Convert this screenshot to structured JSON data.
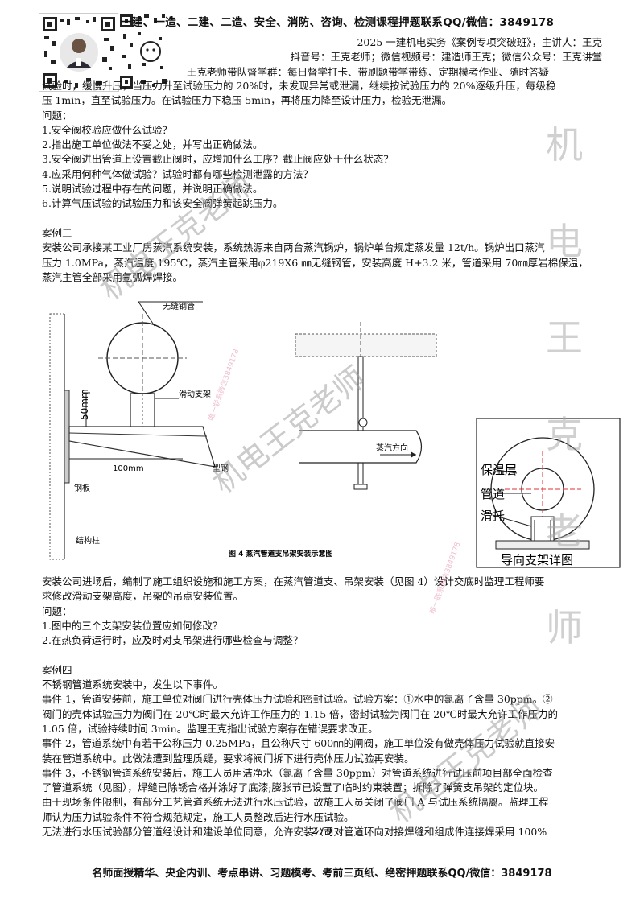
{
  "top_banner": "一建、一造、二建、二造、安全、消防、咨询、检测课程押题联系QQ/微信：3849178",
  "header": {
    "line1": "2025 一建机电实务《案例专项突破班》，主讲人：王克",
    "line2": "抖音号：王克老师；微信视频号：建造师王克；微信公众号：王克讲堂",
    "line3": "王克老师带队督学群：每日督学打卡、带刷题带学带练、定期模考作业、随时答疑"
  },
  "paragraphs_top": [
    "试验时，缓慢升压，当压力升至试验压力的 20%时，未发现异常或泄漏，继续按试验压力的 20%逐级升压，每级稳",
    "压 1min，直至试验压力。在试验压力下稳压 5min，再将压力降至设计压力，检验无泄漏。",
    "问题：",
    "1.安全阀校验应做什么试验？",
    "2.指出施工单位做法不妥之处，并写出正确做法。",
    "3.安全阀进出管道上设置截止阀时，应增加什么工序？截止阀应处于什么状态？",
    "4.应采用何种气体做试验？试验时都有哪些检测泄露的方法？",
    "5.说明试验过程中存在的问题，并说明正确做法。",
    "6.计算气压试验的试验压力和该安全阀弹簧起跳压力。",
    "",
    "案例三",
    "安装公司承接某工业厂房蒸汽系统安装，系统热源来自两台蒸汽锅炉，锅炉单台规定蒸发量 12t/h。锅炉出口蒸汽",
    "压力 1.0MPa，蒸汽温度 195℃，蒸汽主管采用φ219X6 ㎜无缝钢管，安装高度 H+3.2 米，管道采用 70㎜厚岩棉保温，",
    "蒸汽主管全部采用氩弧焊焊接。"
  ],
  "figure": {
    "labels": {
      "seamless_pipe": "无缝钢管",
      "sliding_support": "滑动支架",
      "dim_50": "50mm",
      "dim_100": "100mm",
      "section_steel": "型钢",
      "steel_plate": "钢板",
      "structural_column": "结构柱",
      "steam_direction": "蒸汽方向",
      "caption": "图 4 蒸汽管道支吊架安装示意图"
    },
    "detail": {
      "insulation": "保温层",
      "pipe": "管道",
      "slide_shoe": "滑托",
      "title": "导向支架详图"
    }
  },
  "paragraphs_mid": [
    "安装公司进场后，编制了施工组织设施和施工方案，在蒸汽管道支、吊架安装（见图 4）设计交底时监理工程师要",
    "求修改滑动支架高度，吊架的吊点安装位置。",
    "问题：",
    "1.图中的三个支架安装位置应如何修改？",
    "2.在热负荷运行时，应及时对支吊架进行哪些检查与调整？",
    "",
    "案例四",
    "不锈钢管道系统安装中，发生以下事件。",
    "事件 1，管道安装前，施工单位对阀门进行壳体压力试验和密封试验。试验方案：①水中的氯离子含量 30ppm。②",
    "阀门的壳体试验压力为阀门在 20℃时最大允许工作压力的 1.15 倍，密封试验为阀门在 20℃时最大允许工作压力的",
    "1.05 倍，试验持续时间 3min。监理王克指出试验方案存在错误要求改正。",
    "事件 2，管道系统中有若干公称压力 0.25MPa，且公称尺寸 600㎜的闸阀，施工单位没有做壳体压力试验就直接安",
    "装在管道系统中。此做法遭到监理质疑，要求将阀门拆下进行壳体压力试验再安装。",
    "事件 3，不锈钢管道系统安装后，施工人员用洁净水（氯离子含量 30ppm）对管道系统进行试压前项目部全面检查",
    "了管道系统（见图），焊缝已除锈合格并涂好了底漆;膨胀节已设置了临时约束装置；拆除了弹簧支吊架的定位块。",
    "由于现场条件限制，有部分工艺管道系统无法进行水压试验，故施工人员关闭了阀门 A 与试压系统隔离。监理工程",
    "师认为压力试验条件不符合规范规定，施工人员整改后进行水压试验。",
    "无法进行水压试验部分管道经设计和建设单位同意，允许安装公司对管道环向对接焊缝和组成件连接焊采用 100%"
  ],
  "page_number": "2 / 9",
  "footer": "名师面授精华、央企内训、考点串讲、习题模考、考前三页纸、绝密押题联系QQ/微信：3849178",
  "watermarks": {
    "diagonal": "机电王克老师",
    "vertical": [
      "机",
      "电",
      "王",
      "克",
      "老",
      "师"
    ],
    "small": "唯一联系微信3849178"
  }
}
